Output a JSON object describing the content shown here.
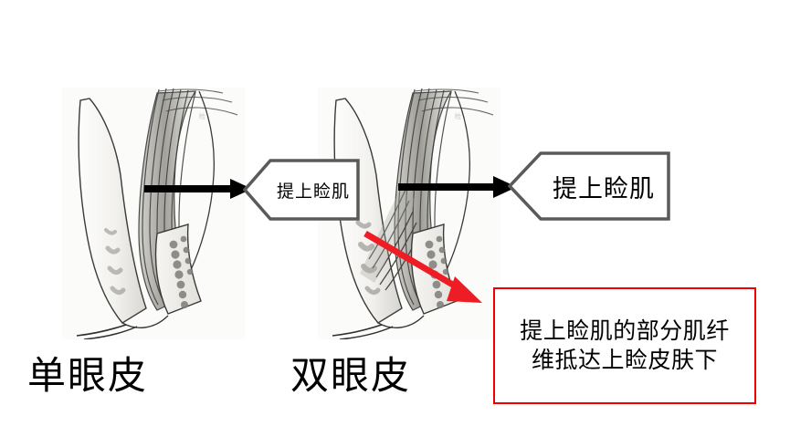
{
  "figure": {
    "type": "anatomical-comparison-diagram",
    "background_color": "#ffffff",
    "drawing_bg_color": "#fbfbf9"
  },
  "panels": [
    {
      "id": "single-eyelid",
      "caption": "单眼皮",
      "drawing_name": "eyelid-cross-section-single"
    },
    {
      "id": "double-eyelid",
      "caption": "双眼皮",
      "drawing_name": "eyelid-cross-section-double"
    }
  ],
  "callouts": [
    {
      "id": "callout-left",
      "label": "提上睑肌",
      "border_color": "#5a5a5a",
      "fill_color": "#ffffff"
    },
    {
      "id": "callout-right",
      "label": "提上睑肌",
      "border_color": "#5a5a5a",
      "fill_color": "#ffffff"
    }
  ],
  "arrows": [
    {
      "id": "arrow-left-black",
      "color": "#000000",
      "direction": "right"
    },
    {
      "id": "arrow-right-black",
      "color": "#000000",
      "direction": "right"
    },
    {
      "id": "arrow-red-pointer",
      "color": "#ee1c25",
      "direction": "down-right"
    }
  ],
  "note": {
    "border_color": "#ee0000",
    "lines": [
      "提上睑肌的部分肌纤",
      "维抵达上睑皮肤下"
    ],
    "full_text": "提上睑肌的部分肌纤维抵达上睑皮肤下"
  }
}
